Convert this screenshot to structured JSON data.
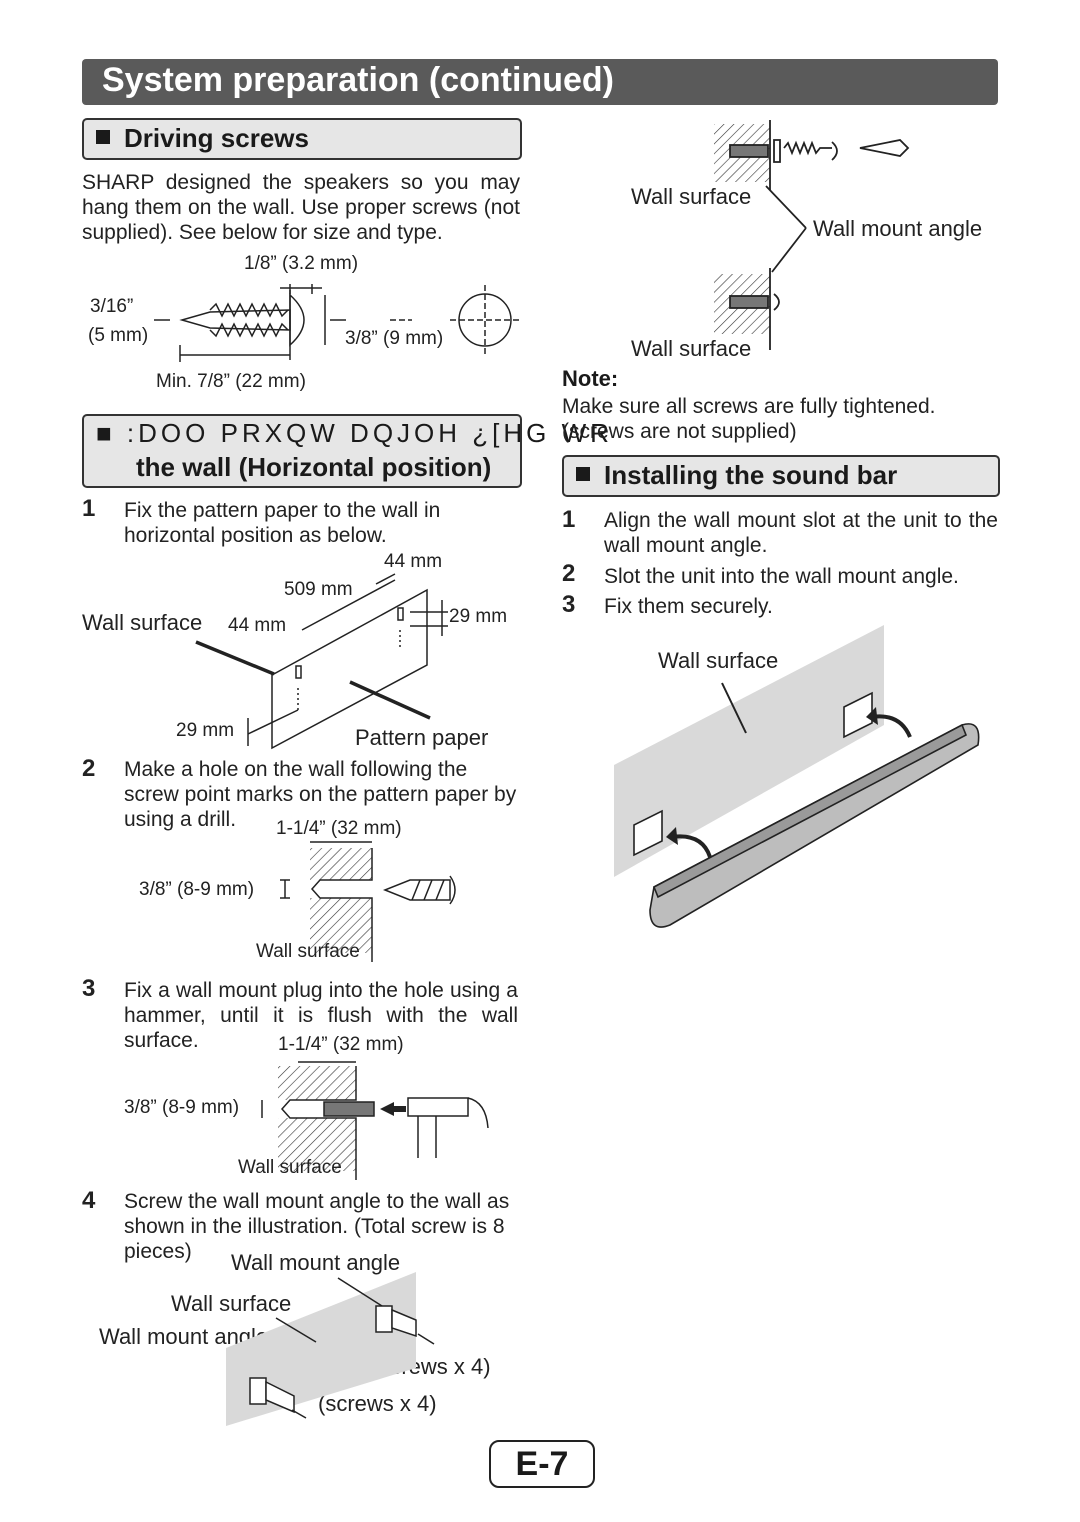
{
  "header": {
    "title": "System preparation (continued)"
  },
  "left": {
    "driving": {
      "heading": "Driving screws",
      "text": "SHARP designed the speakers so you may hang them on the wall. Use proper screws (not supplied). See below for size and type.",
      "dim_head": "1/8” (3.2 mm)",
      "dim_dia_1": "3/16”",
      "dim_dia_2": "(5 mm)",
      "dim_head_len": "3/8” (9 mm)",
      "dim_min": "Min. 7/8” (22 mm)"
    },
    "wallmount": {
      "heading_line1": "■ :DOO PRXQW DQJOH ¿[HG WR",
      "heading_line2": "the wall (Horizontal position)",
      "steps": [
        {
          "num": "1",
          "text": "Fix the pattern paper to the wall in horizontal position as below."
        },
        {
          "num": "2",
          "text": "Make a hole on the wall following the screw point marks on the pattern paper by using a drill."
        },
        {
          "num": "3",
          "text": "Fix a wall mount plug into the hole using a hammer, until it is flush with the wall surface."
        },
        {
          "num": "4",
          "text": "Screw the wall mount angle to the wall as shown in the illustration. (Total screw is 8 pieces)"
        }
      ],
      "pattern": {
        "wall_surface": "Wall surface",
        "d44a": "44 mm",
        "d509": "509 mm",
        "d44b": "44 mm",
        "d29a": "29 mm",
        "d29b": "29 mm",
        "pattern_paper": "Pattern paper"
      },
      "drill": {
        "depth": "1-1/4” (32 mm)",
        "dia": "3/8” (8-9 mm)",
        "wall": "Wall surface"
      },
      "plug": {
        "depth": "1-1/4” (32 mm)",
        "dia": "3/8” (8-9 mm)",
        "wall": "Wall surface"
      },
      "mount": {
        "angle_top": "Wall mount angle",
        "wall": "Wall surface",
        "angle_left": "Wall mount angle",
        "screws_a": "(screws x 4)",
        "screws_b": "(screws x 4)"
      }
    }
  },
  "right": {
    "wall_fig": {
      "wall_top": "Wall surface",
      "angle": "Wall mount angle",
      "wall_bottom": "Wall surface"
    },
    "note": {
      "label": "Note:",
      "text": "Make sure all screws are fully tightened. (screws are not supplied)"
    },
    "install": {
      "heading": "Installing the sound bar",
      "steps": [
        {
          "num": "1",
          "text": "Align the wall mount slot at the unit to the wall mount angle."
        },
        {
          "num": "2",
          "text": "Slot the unit into the wall mount angle."
        },
        {
          "num": "3",
          "text": "Fix them securely."
        }
      ],
      "wall": "Wall surface"
    }
  },
  "footer": {
    "page": "E-7"
  }
}
